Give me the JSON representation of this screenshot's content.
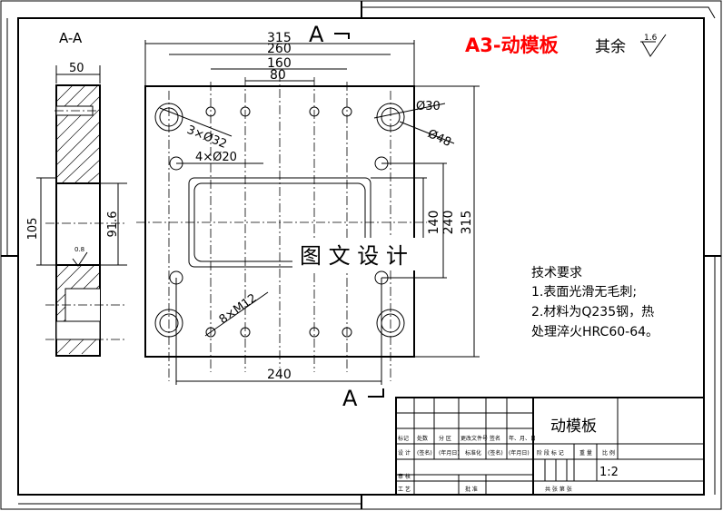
{
  "title": {
    "main": "A3-动模板",
    "main_color": "#ff0000",
    "rest": "其余",
    "roughness": "1.6"
  },
  "section": {
    "label": "A-A",
    "width_dim": "50",
    "h105": "105",
    "h91": "91.6",
    "rough_small": "0.8"
  },
  "plan": {
    "d315_top": "315",
    "d260": "260",
    "d160": "160",
    "d80": "80",
    "d240_bottom": "240",
    "v140": "140",
    "v240": "240",
    "v315": "315",
    "hole_3x32": "3×Ø32",
    "hole_4x20": "4×Ø20",
    "hole_d30": "Ø30",
    "hole_d48": "Ø48",
    "thread_8xm12": "8×M12",
    "section_mark_top": "A",
    "section_mark_bottom": "A",
    "watermark": "图 文 设 计"
  },
  "notes": {
    "heading": "技术要求",
    "line1": "1.表面光滑无毛刺;",
    "line2": "2.材料为Q235钢，热",
    "line3": "处理淬火HRC60-64。"
  },
  "titleblock": {
    "part_name": "动模板",
    "scale": "1:2",
    "h_mark": "标记",
    "h_count": "处数",
    "h_zone": "分 区",
    "h_doc": "更改文件号",
    "h_sign": "签名",
    "h_date": "年、月、日",
    "r_design": "设 计",
    "r_sign": "(签名)",
    "r_date": "(年月日)",
    "r_std": "标准化",
    "r_sign2": "(签名)",
    "r_date2": "(年月日)",
    "stage": "阶 段 标 记",
    "weight": "重 量",
    "ratio": "比 例",
    "review": "审 核",
    "process": "工 艺",
    "approve": "批 准",
    "sheets": "共  张  第  张"
  }
}
